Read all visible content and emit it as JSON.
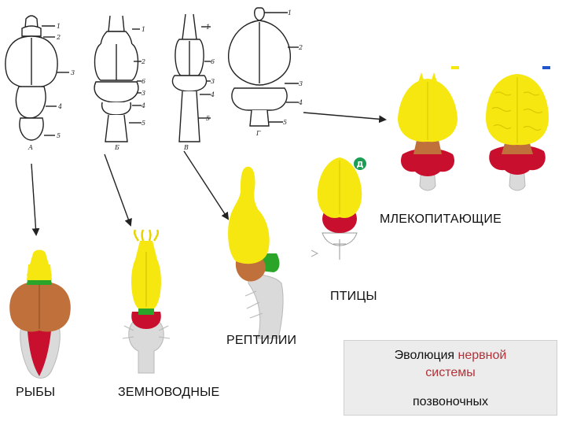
{
  "labels": {
    "fish": "РЫБЫ",
    "amphibians": "ЗЕМНОВОДНЫЕ",
    "reptiles": "РЕПТИЛИИ",
    "birds": "ПТИЦЫ",
    "mammals": "МЛЕКОПИТАЮЩИЕ"
  },
  "sketch_letters": {
    "a": "А",
    "b": "Б",
    "v": "В",
    "g": "Г",
    "d": "Д"
  },
  "info": {
    "line1_prefix": "Эволюция",
    "line1_accent": "нервной",
    "line2": "системы",
    "line3": "позвоночных"
  },
  "colors": {
    "forebrain": "#f5e70f",
    "midbrain_fish": "#c0703a",
    "diencephalon": "#2aa52a",
    "cerebellum": "#c8102e",
    "medulla": "#dadada",
    "badge": "#1b9e54"
  }
}
